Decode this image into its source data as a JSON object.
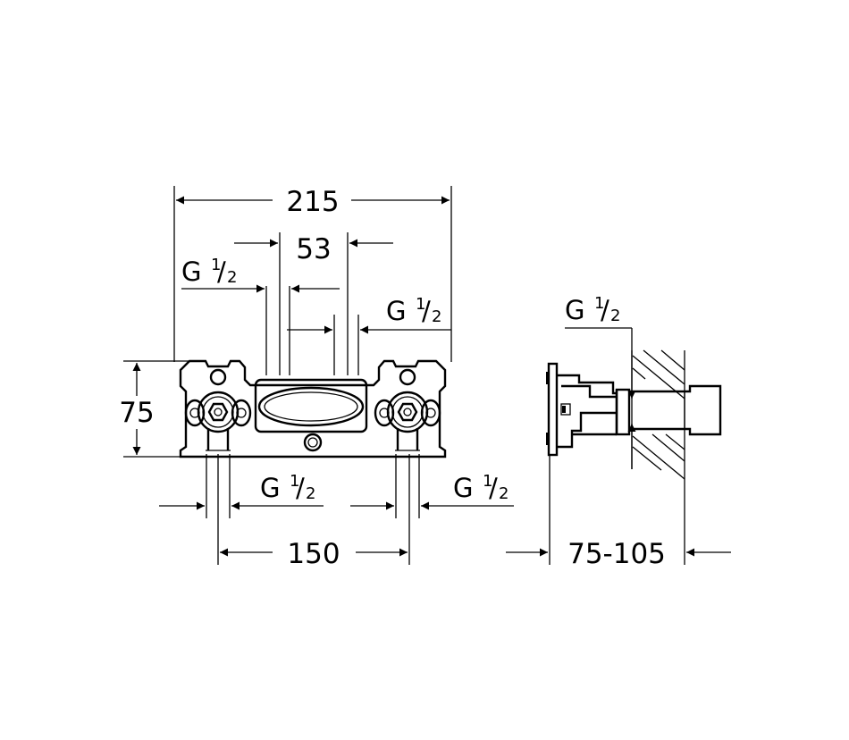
{
  "front_view": {
    "width_overall": "215",
    "inlet_spacing": "53",
    "height": "75",
    "outlet_spacing": "150",
    "thread_top_left": {
      "main": "G",
      "num": "1",
      "den": "2"
    },
    "thread_top_right": {
      "main": "G",
      "num": "1",
      "den": "2"
    },
    "thread_bottom_left": {
      "main": "G",
      "num": "1",
      "den": "2"
    },
    "thread_bottom_right": {
      "main": "G",
      "num": "1",
      "den": "2"
    }
  },
  "side_view": {
    "thread": {
      "main": "G",
      "num": "1",
      "den": "2"
    },
    "depth_range": "75-105"
  },
  "colors": {
    "line": "#000000",
    "background": "#ffffff"
  }
}
